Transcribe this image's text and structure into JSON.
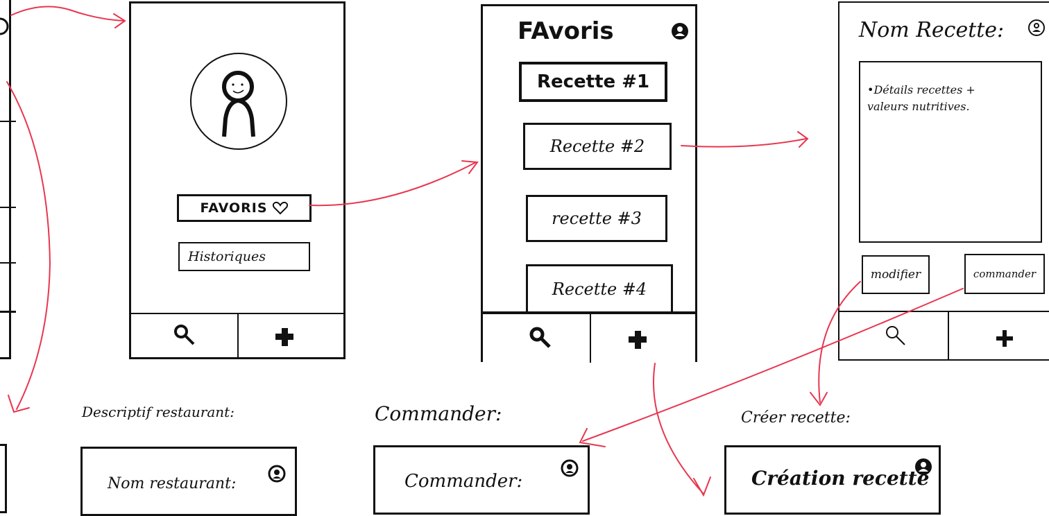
{
  "profile_screen": {
    "favoris_button": "FAVORIS",
    "historiques_button": "Historiques"
  },
  "favoris_screen": {
    "title": "FAvoris",
    "items": [
      "Recette #1",
      "Recette #2",
      "recette #3",
      "Recette #4"
    ]
  },
  "recette_screen": {
    "title": "Nom Recette:",
    "details": "•Détails recettes + valeurs nutritives.",
    "modifier_button": "modifier",
    "commander_button": "commander"
  },
  "bottom_labels": {
    "descriptif": "Descriptif restaurant:",
    "commander": "Commander:",
    "creer": "Créer recette:"
  },
  "bottom_screens": {
    "restaurant_title": "Nom restaurant:",
    "commander_title": "Commander:",
    "creation_title": "Création recette"
  },
  "colors": {
    "ink": "#111111",
    "arrow": "#e8364f",
    "paper": "#ffffff"
  },
  "icons": [
    "user-icon",
    "search-icon",
    "plus-icon",
    "heart-icon",
    "smiley-figure"
  ]
}
